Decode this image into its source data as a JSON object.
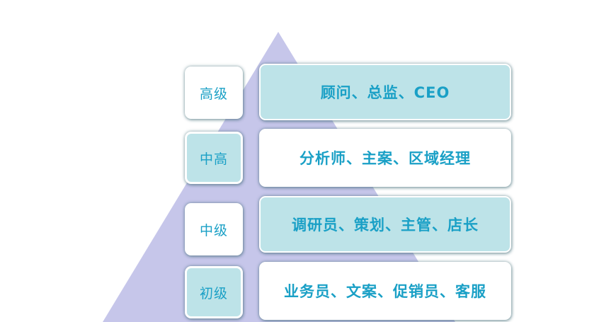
{
  "colors": {
    "pyramid": "#c6c6ea",
    "text": "#1aa0c6",
    "teal_fill": "#bde3e8",
    "white_fill": "#ffffff"
  },
  "levels": [
    {
      "level": "高级",
      "roles": "顾问、总监、CEO",
      "level_fill": "white",
      "role_fill": "teal"
    },
    {
      "level": "中高",
      "roles": "分析师、主案、区域经理",
      "level_fill": "teal",
      "role_fill": "white"
    },
    {
      "level": "中级",
      "roles": "调研员、策划、主管、店长",
      "level_fill": "white",
      "role_fill": "teal"
    },
    {
      "level": "初级",
      "roles": "业务员、文案、促销员、客服",
      "level_fill": "teal",
      "role_fill": "white"
    }
  ]
}
